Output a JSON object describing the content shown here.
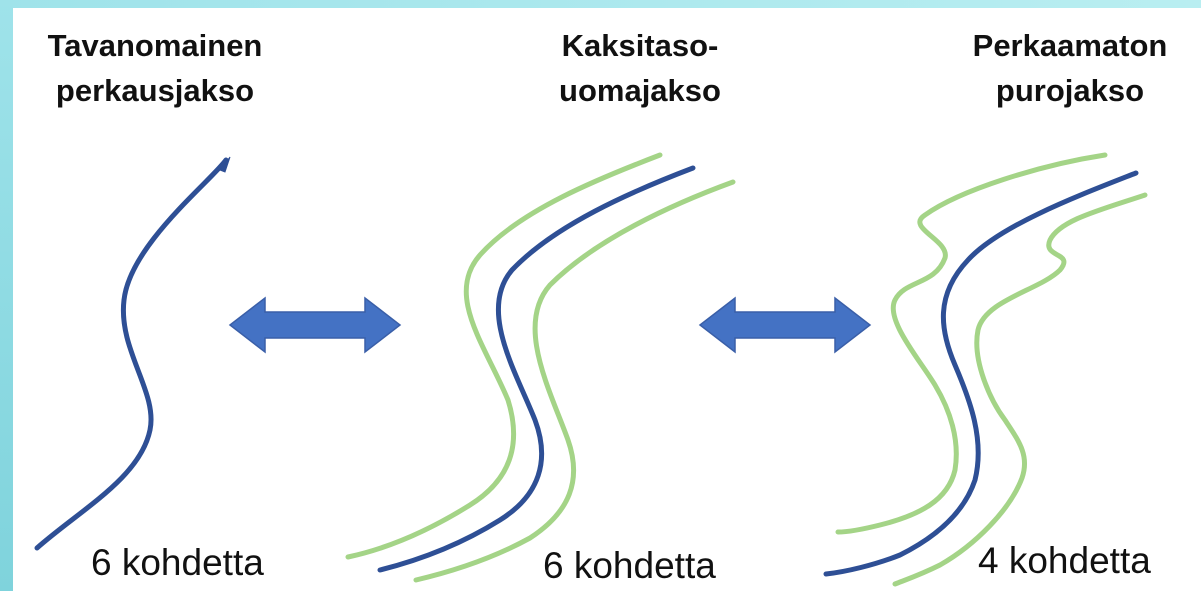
{
  "columns": [
    {
      "title_line1": "Tavanomainen",
      "title_line2": "perkausjakso",
      "count": "6 kohdetta"
    },
    {
      "title_line1": "Kaksitaso-",
      "title_line2": "uomajakso",
      "count": "6 kohdetta"
    },
    {
      "title_line1": "Perkaamaton",
      "title_line2": "purojakso",
      "count": "4 kohdetta"
    }
  ],
  "colors": {
    "channel": "#2e4f95",
    "bank": "#a4d487",
    "arrow": "#4472c4",
    "arrow_outline": "#3a5fa8",
    "frame": "#9fe3ea"
  }
}
